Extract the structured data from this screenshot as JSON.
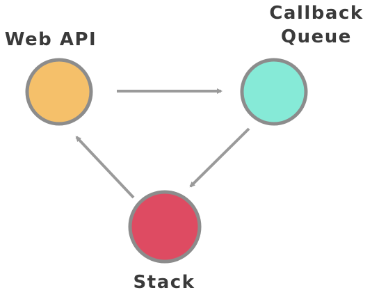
{
  "nodes": {
    "web_api": {
      "label": "Web API",
      "color": "#f5c06a"
    },
    "callback_queue": {
      "label_line1": "Callback",
      "label_line2": "Queue",
      "color": "#86ead7"
    },
    "stack": {
      "label": "Stack",
      "color": "#de4b62"
    }
  },
  "edges": [
    {
      "from": "Web API",
      "to": "Callback Queue"
    },
    {
      "from": "Callback Queue",
      "to": "Stack"
    },
    {
      "from": "Stack",
      "to": "Web API"
    }
  ],
  "style": {
    "outline_color": "#8c8c8c",
    "arrow_color": "#9a9a9a"
  }
}
